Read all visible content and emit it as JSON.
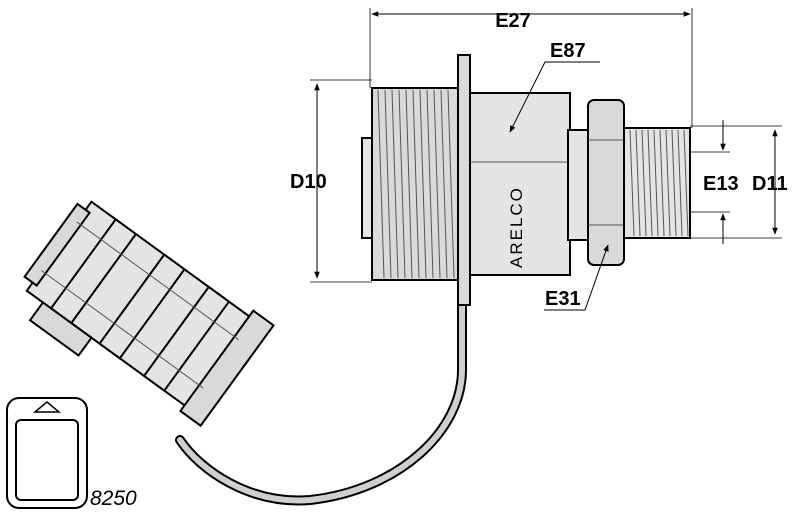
{
  "labels": {
    "e27": "E27",
    "e87": "E87",
    "d10": "D10",
    "e13": "E13",
    "d11": "D11",
    "e31": "E31"
  },
  "brand_text": "ARELCO",
  "product_code": "8250",
  "colors": {
    "stroke": "#000000",
    "fill_body": "#d9d9d9",
    "fill_light": "#e4e4e4",
    "background": "#ffffff"
  },
  "icons": [
    "package-blister-icon"
  ]
}
